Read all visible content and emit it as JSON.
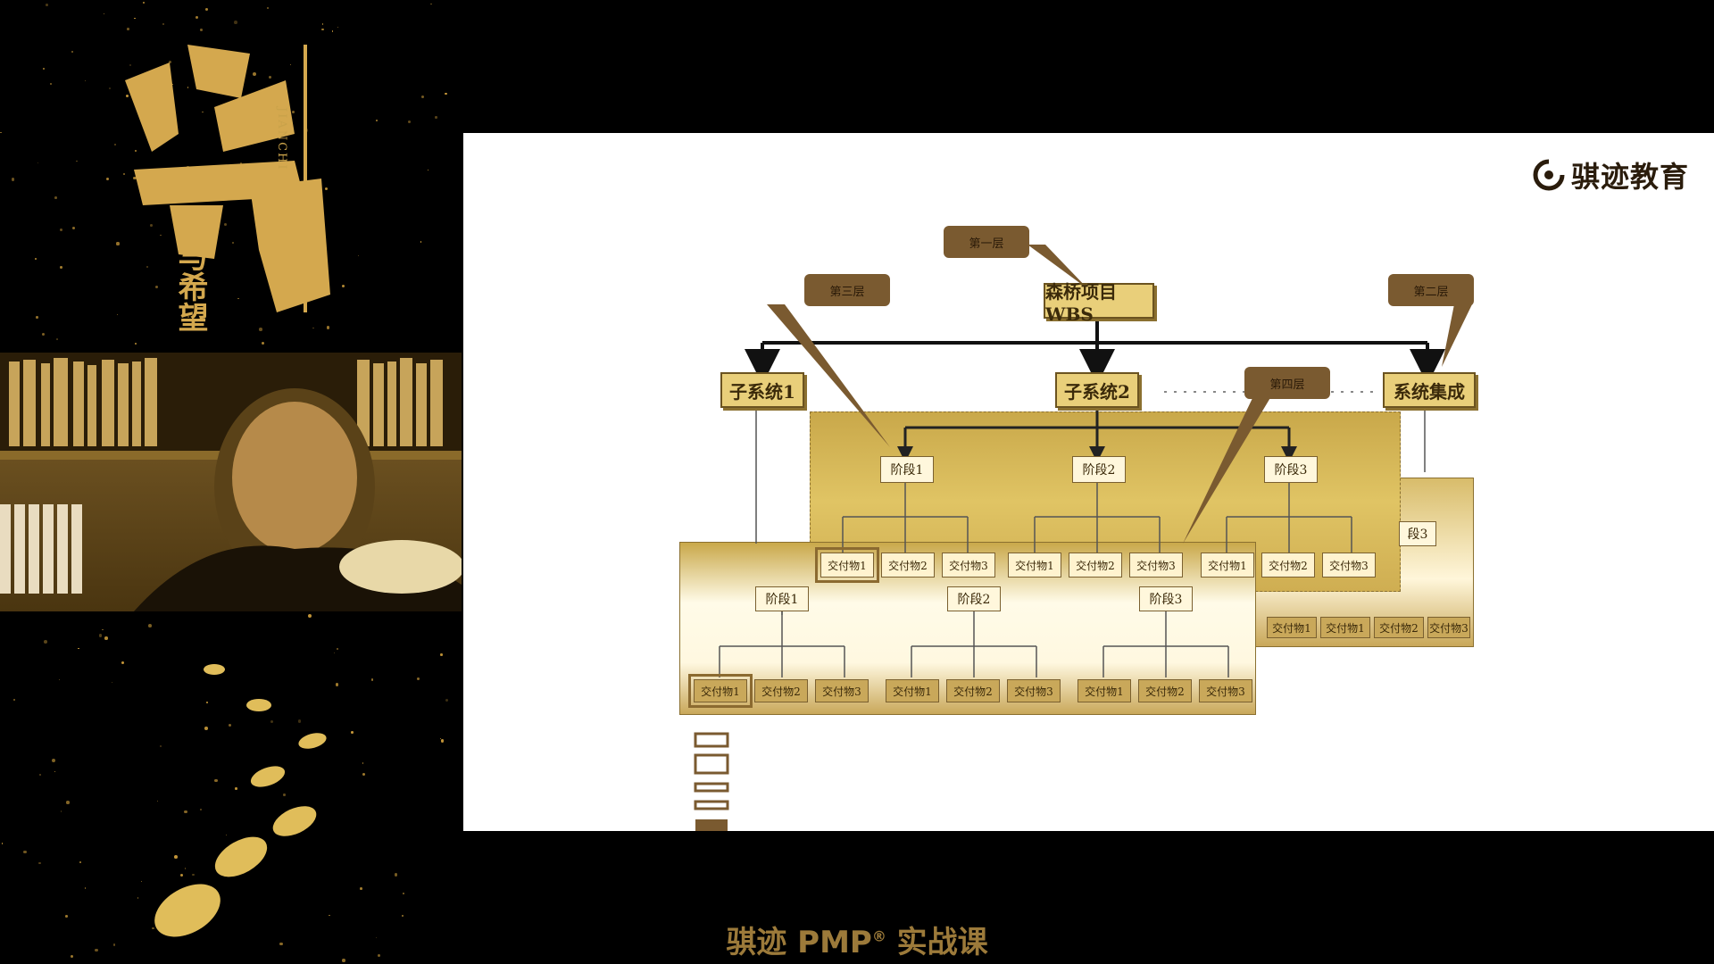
{
  "left_panel": {
    "calligraphy_title": "坚持",
    "calligraphy_subtitle": "与希望",
    "vertical_brand": "JIANCHI"
  },
  "slide": {
    "logo_text": "骐迹教育",
    "wbs": {
      "root": "森桥项目WBS",
      "level2": [
        "子系统1",
        "子系统2",
        "系统集成"
      ],
      "ellipsis": "· · · · · · · · · · · · · · · · · · · · · ·",
      "phases": [
        "阶段1",
        "阶段2",
        "阶段3"
      ],
      "deliverables": [
        "交付物1",
        "交付物2",
        "交付物3"
      ],
      "partial_label": "段3",
      "callouts": {
        "level1": "第一层",
        "level2": "第二层",
        "level3": "第三层",
        "level4": "第四层"
      }
    }
  },
  "caption": {
    "text": "骐迹 PMP",
    "mark": "®",
    "suffix": " 实战课"
  },
  "colors": {
    "accent_gold": "#e9cf7a",
    "dark_brown": "#6b5320",
    "callout_brown": "#7a5a30"
  }
}
